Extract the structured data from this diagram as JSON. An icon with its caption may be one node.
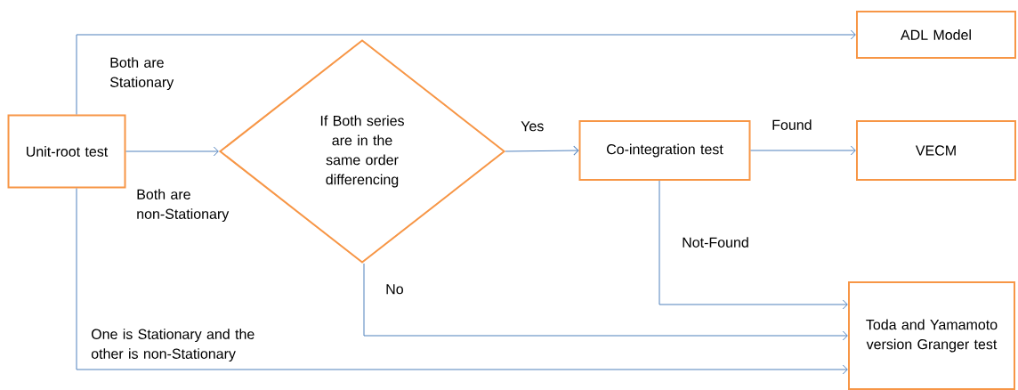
{
  "diagram": {
    "nodes": [
      {
        "text": [
          "Unit-root test"
        ]
      },
      {
        "text": [
          "If Both series are in the same order differencing"
        ]
      },
      {
        "text": [
          "ADL Model"
        ]
      },
      {
        "text": [
          "Co-integration test"
        ]
      },
      {
        "text": [
          "VECM"
        ]
      },
      {
        "text": [
          "Toda and Yamamoto version Granger test"
        ]
      }
    ],
    "edges": [
      {
        "from": 0,
        "to": 2,
        "arrow": "to",
        "label": "Both are Stationary"
      },
      {
        "from": 0,
        "to": 1,
        "arrow": "to",
        "label": "Both are non-Stationary"
      },
      {
        "from": 1,
        "to": 3,
        "arrow": "to",
        "label": "Yes"
      },
      {
        "from": 3,
        "to": 4,
        "arrow": "to",
        "label": "Found"
      },
      {
        "from": 3,
        "to": 5,
        "arrow": "to",
        "label": "Not-Found"
      },
      {
        "from": 1,
        "to": 5,
        "arrow": "to",
        "label": "No"
      },
      {
        "from": 0,
        "to": 5,
        "arrow": "to",
        "label": "One is Stationary and the other is non-Stationary"
      }
    ]
  }
}
